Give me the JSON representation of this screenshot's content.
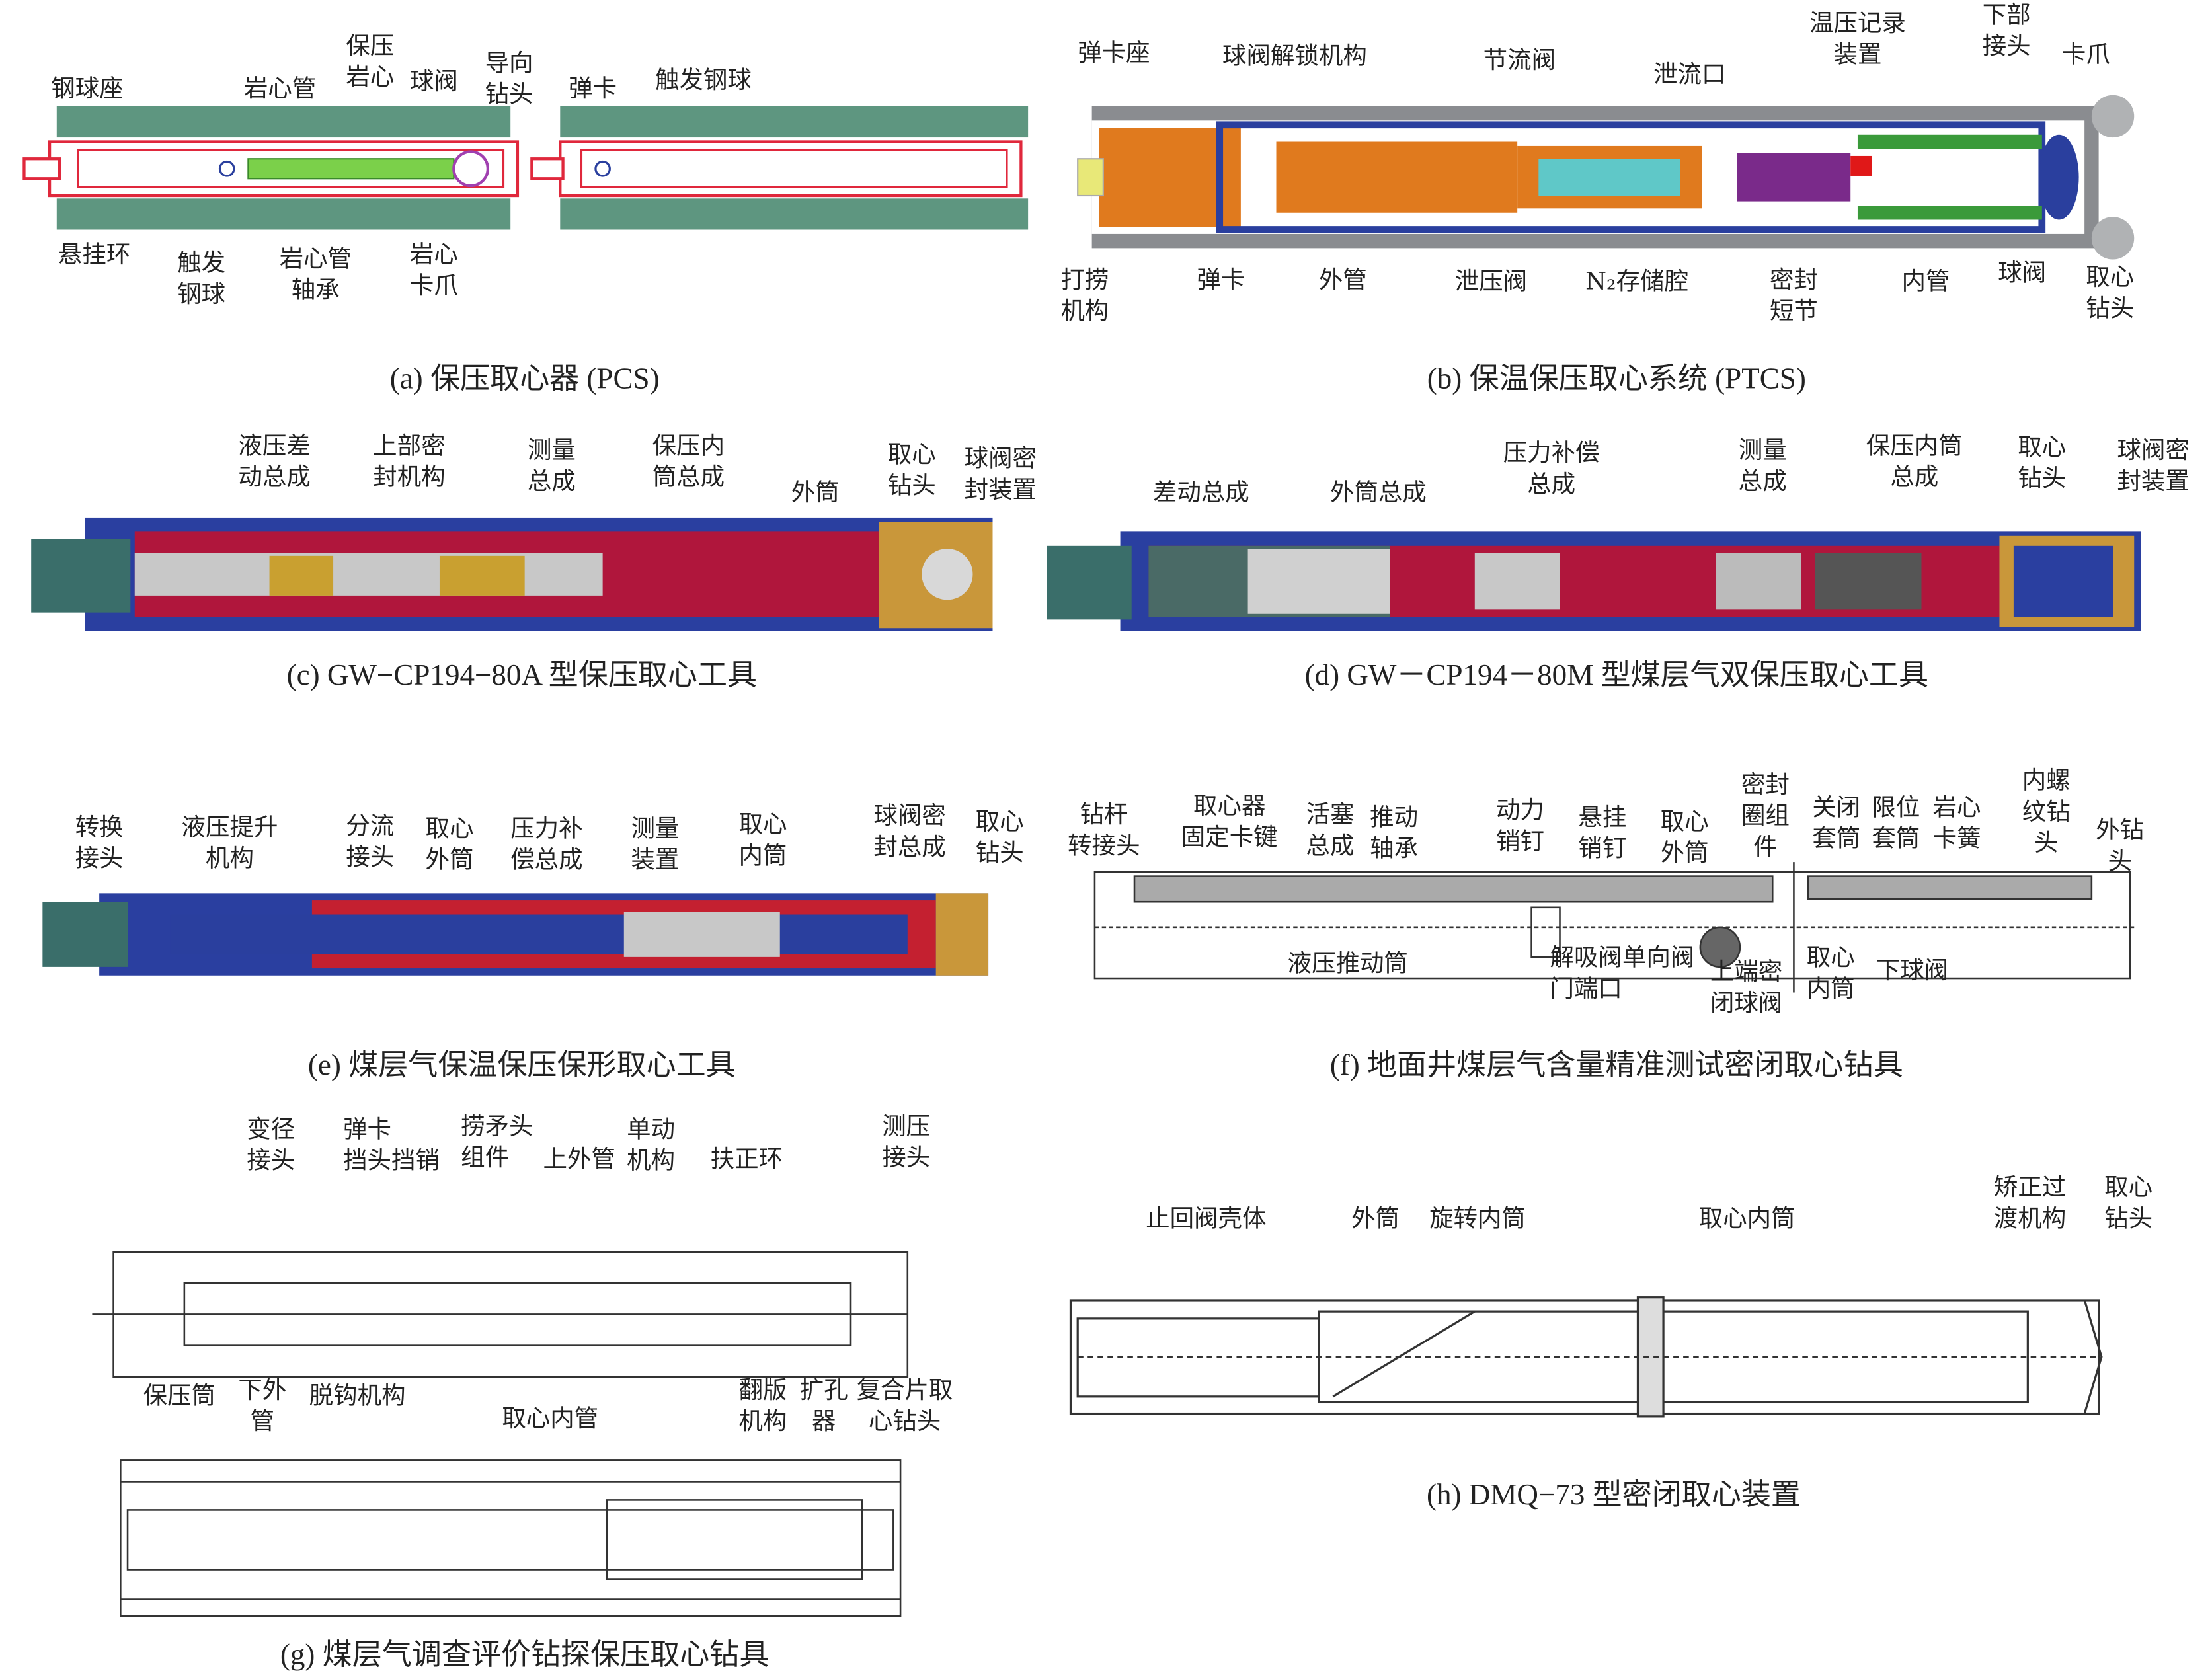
{
  "panels": {
    "a": {
      "caption": "(a) 保压取心器 (PCS)",
      "labels": [
        "钢球座",
        "岩心管",
        "保压\n岩心",
        "球阀",
        "导向\n钻头",
        "弹卡",
        "触发钢球",
        "悬挂环",
        "触发\n钢球",
        "岩心管\n轴承",
        "岩心\n卡爪"
      ]
    },
    "b": {
      "caption": "(b) 保温保压取心系统 (PTCS)",
      "labels": [
        "弹卡座",
        "球阀解锁机构",
        "节流阀",
        "泄流口",
        "温压记录\n装置",
        "下部\n接头",
        "卡爪",
        "打捞\n机构",
        "弹卡",
        "外管",
        "泄压阀",
        "N₂存储腔",
        "密封\n短节",
        "内管",
        "球阀",
        "取心\n钻头"
      ]
    },
    "c": {
      "caption": "(c) GW−CP194−80A 型保压取心工具",
      "labels": [
        "液压差\n动总成",
        "上部密\n封机构",
        "测量\n总成",
        "保压内\n筒总成",
        "外筒",
        "取心\n钻头",
        "球阀密\n封装置"
      ]
    },
    "d": {
      "caption": "(d) GW－CP194－80M 型煤层气双保压取心工具",
      "labels": [
        "差动总成",
        "外筒总成",
        "压力补偿\n总成",
        "测量\n总成",
        "保压内筒\n总成",
        "取心\n钻头",
        "球阀密\n封装置"
      ]
    },
    "e": {
      "caption": "(e) 煤层气保温保压保形取心工具",
      "labels": [
        "转换\n接头",
        "液压提升\n机构",
        "分流\n接头",
        "取心\n外筒",
        "压力补\n偿总成",
        "测量\n装置",
        "取心\n内筒",
        "球阀密\n封总成",
        "取心\n钻头"
      ]
    },
    "f": {
      "caption": "(f) 地面井煤层气含量精准测试密闭取心钻具",
      "labels": [
        "钻杆\n转接头",
        "取心器\n固定卡键",
        "活塞\n总成",
        "推动\n轴承",
        "动力\n销钉",
        "悬挂\n销钉",
        "取心\n外筒",
        "密封\n圈组\n件",
        "关闭\n套筒",
        "限位\n套筒",
        "岩心\n卡簧",
        "内螺\n纹钻\n头",
        "外钻\n头",
        "液压推动筒",
        "解吸阀单向阀\n门端口",
        "上端密\n闭球阀",
        "取心\n内筒",
        "下球阀"
      ]
    },
    "g": {
      "caption": "(g) 煤层气调查评价钻探保压取心钻具",
      "labels": [
        "变径\n接头",
        "弹卡\n挡头挡销",
        "捞矛头\n组件",
        "上外管",
        "单动\n机构",
        "扶正环",
        "测压\n接头",
        "保压筒",
        "下外\n管",
        "脱钩机构",
        "取心内管",
        "翻版\n机构",
        "扩孔\n器",
        "复合片取\n心钻头"
      ]
    },
    "h": {
      "caption": "(h) DMQ−73 型密闭取心装置",
      "labels": [
        "止回阀壳体",
        "外筒",
        "旋转内筒",
        "取心内筒",
        "矫正过\n渡机构",
        "取心\n钻头"
      ]
    }
  },
  "colors": {
    "green": "#5e9680",
    "red": "#e0283c",
    "orange": "#e07a1e",
    "blue": "#2a3f9e",
    "gray": "#8a8c90",
    "crimson": "#b0163c",
    "teal": "#4c8a86",
    "tan": "#c9973a"
  }
}
